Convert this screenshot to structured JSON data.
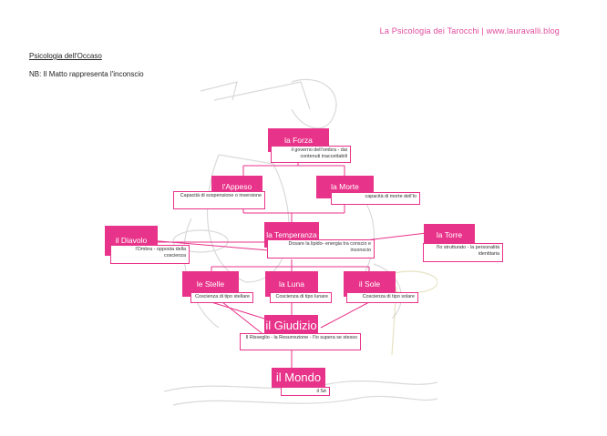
{
  "header": {
    "site_link": "La Psicologia dei Tarocchi | www.lauravalli.blog"
  },
  "page": {
    "title": "Psicologia dell'Occaso",
    "note": "NB: Il Matto rappresenta l'inconscio"
  },
  "cards": {
    "forza": {
      "name": "la Forza",
      "desc": "il governo dell'ombra - dai contenuti inaccettabili"
    },
    "appeso": {
      "name": "l'Appeso",
      "desc": "Capacità di sospensione o inversione"
    },
    "morte": {
      "name": "la Morte",
      "desc": "capacità di morte dell'Io"
    },
    "diavolo": {
      "name": "il Diavolo",
      "desc": "l'Ombra - opposta della coscienza"
    },
    "temperanza": {
      "name": "la Temperanza",
      "desc": "Dosare la lipido- energia tra conscio e inconscio"
    },
    "torre": {
      "name": "la Torre",
      "desc": "l'Io strutturato - la personalità identitaria"
    },
    "stelle": {
      "name": "le Stelle",
      "desc": "Coscienza di tipo stellare"
    },
    "luna": {
      "name": "la Luna",
      "desc": "Coscienza di tipo lunare"
    },
    "sole": {
      "name": "il Sole",
      "desc": "Coscienza di tipo solare"
    },
    "giudizio": {
      "name": "il Giudizio",
      "desc": "Il Risveglio - la Resurrezione - l'Io supera se stesso"
    },
    "mondo": {
      "name": "il Mondo",
      "desc": "il Sé"
    }
  },
  "colors": {
    "accent": "#e8338a",
    "header": "#e04a9c"
  }
}
